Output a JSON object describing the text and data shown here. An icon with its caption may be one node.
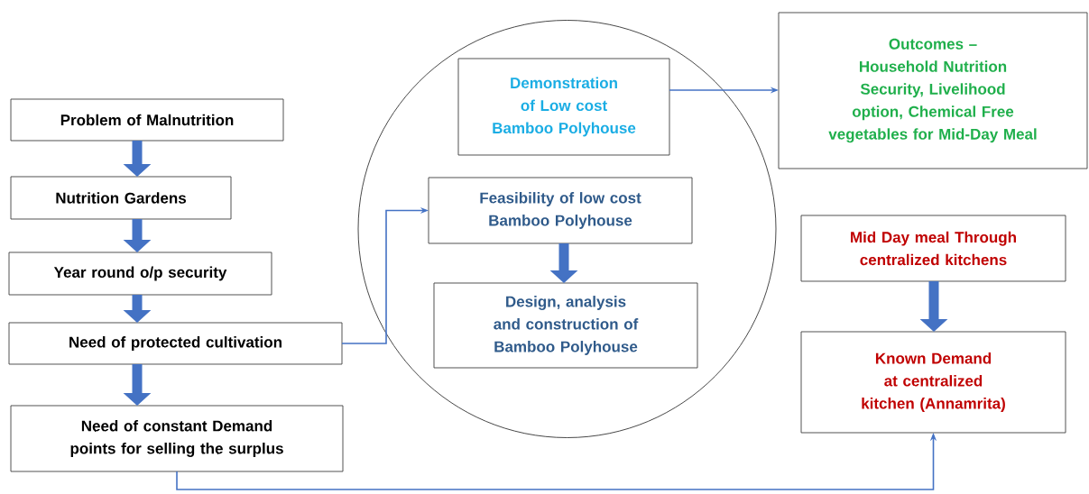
{
  "diagram": {
    "nodes": [
      {
        "text": [
          "Problem of Malnutrition"
        ]
      },
      {
        "text": [
          "Nutrition Gardens"
        ]
      },
      {
        "text": [
          "Year round o/p security"
        ]
      },
      {
        "text": [
          "Need of protected cultivation"
        ]
      },
      {
        "text": [
          "Need of constant Demand points for selling the surplus"
        ]
      },
      {
        "text": [],
        "shape": "circle"
      },
      {
        "text": [
          "Demonstration of Low cost Bamboo Polyhouse"
        ],
        "in": 5
      },
      {
        "text": [
          "Outcomes –",
          "Household Nutrition Security, Livelihood option, Chemical Free vegetables for Mid-Day Meal"
        ]
      },
      {
        "text": [
          "Feasibility of low cost Bamboo Polyhouse"
        ],
        "in": 5
      },
      {
        "text": [
          "Design, analysis and construction of Bamboo Polyhouse"
        ],
        "in": 5
      },
      {
        "text": [
          "Mid Day meal Through centralized kitchens"
        ]
      },
      {
        "text": [
          "Known Demand at centralized kitchen (Annamrita)"
        ]
      }
    ],
    "edges": [
      {
        "from": 0,
        "to": 1,
        "arrow": "to"
      },
      {
        "from": 1,
        "to": 2,
        "arrow": "to"
      },
      {
        "from": 2,
        "to": 3,
        "arrow": "to"
      },
      {
        "from": 3,
        "to": 4,
        "arrow": "to"
      },
      {
        "from": 3,
        "to": 8,
        "arrow": "to"
      },
      {
        "from": 6,
        "to": 7,
        "arrow": "to"
      },
      {
        "from": 8,
        "to": 9,
        "arrow": "to"
      },
      {
        "from": 10,
        "to": 11,
        "arrow": "to"
      },
      {
        "from": 4,
        "to": 11,
        "arrow": "to"
      }
    ]
  }
}
